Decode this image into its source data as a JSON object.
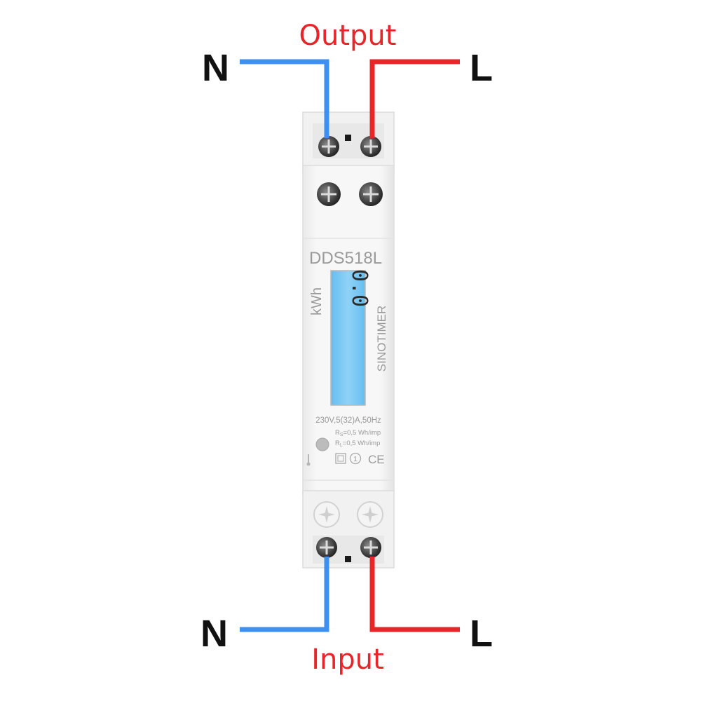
{
  "labels": {
    "output": "Output",
    "input": "Input",
    "top_left": "N",
    "top_right": "L",
    "bottom_left": "N",
    "bottom_right": "L"
  },
  "device": {
    "model": "DDS518L",
    "unit": "kWh",
    "brand": "SINOTIMER",
    "rating": "230V,5(32)A,50Hz",
    "rs_prefix": "R",
    "rs_sub": "S",
    "rs_value": "=0,5 Wh/imp",
    "rl_prefix": "R",
    "rl_sub": "L",
    "rl_value": "=0,5 Wh/imp",
    "circle_mark": "1",
    "ce_mark": "CE",
    "lcd_reading": "0.0"
  },
  "colors": {
    "neutral_wire": "#3d8ff0",
    "live_wire": "#e8262a",
    "caption_text": "#e8262a",
    "lcd": "#79c9f4"
  }
}
